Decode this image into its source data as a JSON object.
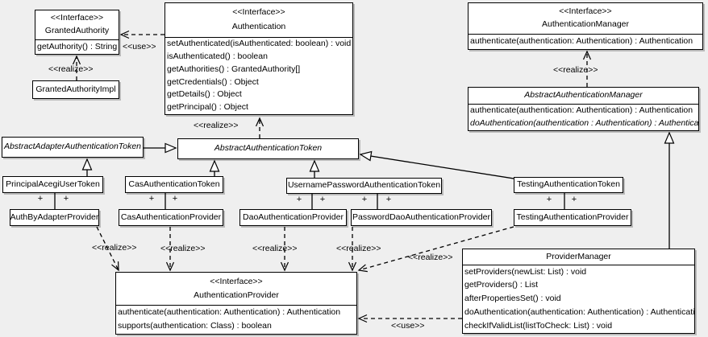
{
  "diagram": {
    "plus": "+",
    "labels": {
      "use_authentication_granted": "<<use>>",
      "realize_granted_impl": "<<realize>>",
      "realize_abstract_token": "<<realize>>",
      "realize_abstract_manager": "<<realize>>",
      "realize_auth_by_adapter": "<<realize>>",
      "realize_cas_provider": "<<realize>>",
      "realize_dao_provider": "<<realize>>",
      "realize_password_dao_provider": "<<realize>>",
      "realize_testing_provider": "<<realize>>",
      "use_provider_manager": "<<use>>"
    },
    "classes": {
      "granted_authority": {
        "stereotype": "<<Interface>>",
        "name": "GrantedAuthority",
        "methods": [
          "getAuthority() : String"
        ]
      },
      "granted_authority_impl": {
        "name": "GrantedAuthorityImpl"
      },
      "authentication": {
        "stereotype": "<<Interface>>",
        "name": "Authentication",
        "methods": [
          "setAuthenticated(isAuthenticated: boolean) : void",
          "isAuthenticated() : boolean",
          "getAuthorities() : GrantedAuthority[]",
          "getCredentials() : Object",
          "getDetails() : Object",
          "getPrincipal() : Object"
        ]
      },
      "authentication_manager": {
        "stereotype": "<<Interface>>",
        "name": "AuthenticationManager",
        "methods": [
          "authenticate(authentication: Authentication) : Authentication"
        ]
      },
      "abstract_authentication_manager": {
        "name": "AbstractAuthenticationManager",
        "methods": [
          "authenticate(authentication: Authentication) : Authentication",
          "doAuthentication(authentication : Authentication) : Authentication"
        ]
      },
      "abstract_adapter_authentication_token": {
        "name": "AbstractAdapterAuthenticationToken"
      },
      "abstract_authentication_token": {
        "name": "AbstractAuthenticationToken"
      },
      "principal_acegi_user_token": {
        "name": "PrincipalAcegiUserToken"
      },
      "cas_authentication_token": {
        "name": "CasAuthenticationToken"
      },
      "username_password_authentication_token": {
        "name": "UsernamePasswordAuthenticationToken"
      },
      "testing_authentication_token": {
        "name": "TestingAuthenticationToken"
      },
      "auth_by_adapter_provider": {
        "name": "AuthByAdapterProvider"
      },
      "cas_authentication_provider": {
        "name": "CasAuthenticationProvider"
      },
      "dao_authentication_provider": {
        "name": "DaoAuthenticationProvider"
      },
      "password_dao_authentication_provider": {
        "name": "PasswordDaoAuthenticationProvider"
      },
      "testing_authentication_provider": {
        "name": "TestingAuthenticationProvider"
      },
      "authentication_provider": {
        "stereotype": "<<Interface>>",
        "name": "AuthenticationProvider",
        "methods": [
          "authenticate(authentication: Authentication) : Authentication",
          "supports(authentication: Class) : boolean"
        ]
      },
      "provider_manager": {
        "name": "ProviderManager",
        "methods": [
          "setProviders(newList: List) : void",
          "getProviders() : List",
          "afterPropertiesSet() : void",
          "doAuthentication(authentication: Authentication) : Authentication",
          "checkIfValidList(listToCheck: List) : void"
        ]
      }
    }
  }
}
